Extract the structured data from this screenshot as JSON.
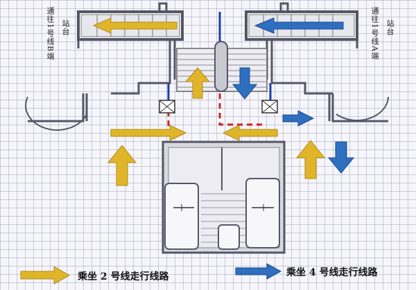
{
  "labels": {
    "left_vertical": "通往1号线B端",
    "left_vertical_sub": "站台",
    "right_vertical": "通往1号线A端",
    "right_vertical_sub": "站台"
  },
  "legend": {
    "line2": {
      "text": "乘坐 2 号线走行线路",
      "color": "#e0b52a"
    },
    "line4": {
      "text": "乘坐 4 号线走行线路",
      "color": "#2f6fc0"
    }
  },
  "colors": {
    "wall": "#555566",
    "wall_fill": "#9a9aa6",
    "blue_line": "#1c3fa8",
    "red_dash": "#cc2222"
  }
}
